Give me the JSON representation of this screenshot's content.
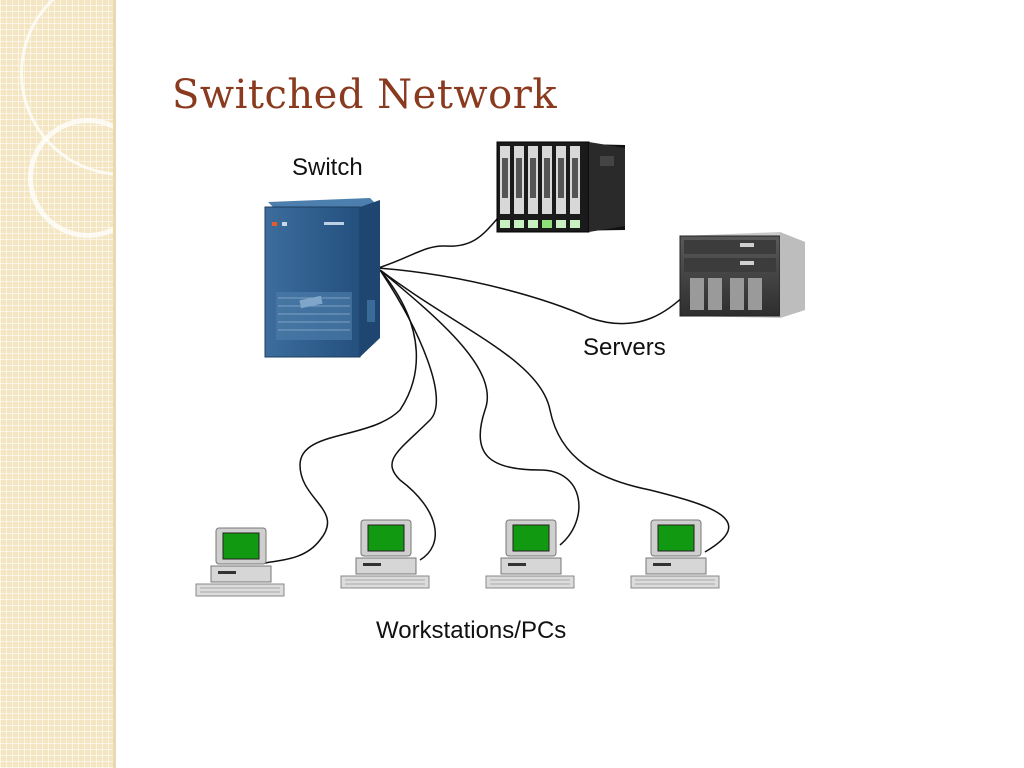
{
  "slide": {
    "title": "Switched Network"
  },
  "labels": {
    "switch": "Switch",
    "servers": "Servers",
    "workstations": "Workstations/PCs"
  },
  "colors": {
    "title": "#8a3a1e",
    "sidebar": "#f4e6c3",
    "switch_body": "#2f5e8f",
    "screen": "#119911",
    "cable": "#111111"
  },
  "diagram": {
    "switch_icon": "network-switch-icon",
    "server_icons": [
      "blade-server-icon",
      "rack-server-icon"
    ],
    "workstation_icons": [
      "desktop-pc-icon",
      "desktop-pc-icon",
      "desktop-pc-icon",
      "desktop-pc-icon"
    ]
  }
}
